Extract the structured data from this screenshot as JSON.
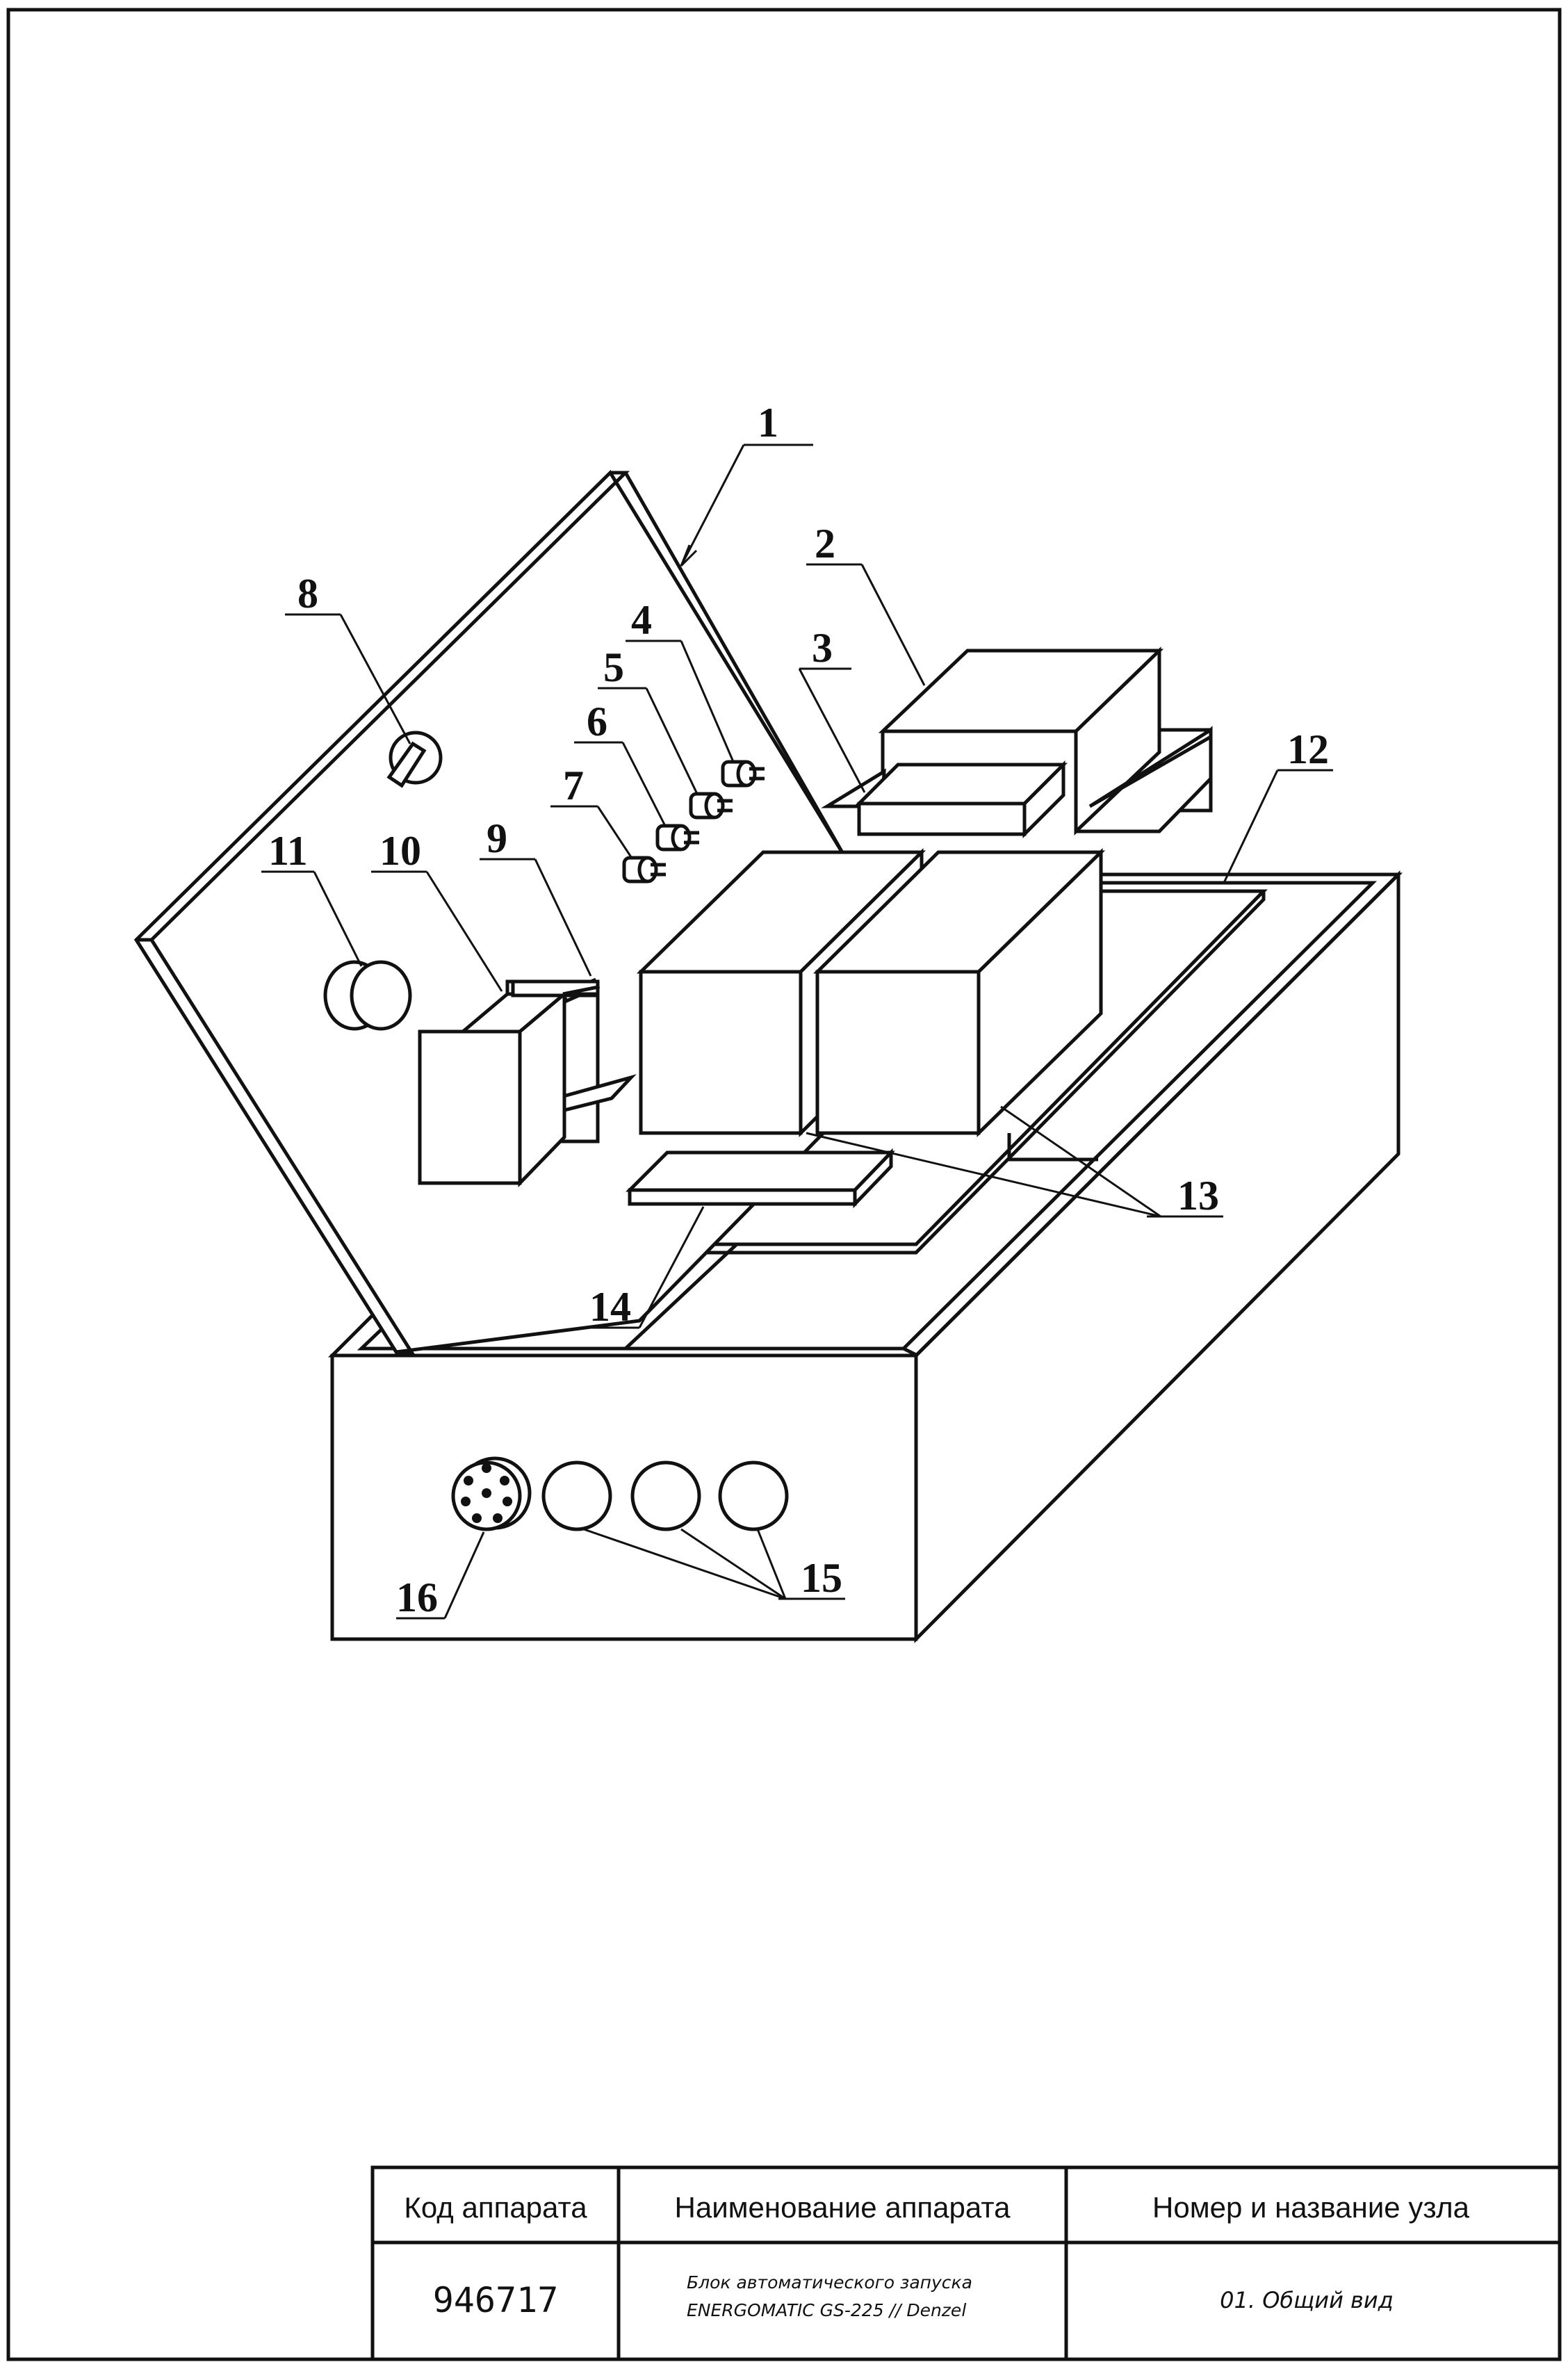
{
  "drawing": {
    "callouts": [
      "1",
      "2",
      "3",
      "4",
      "5",
      "6",
      "7",
      "8",
      "9",
      "10",
      "11",
      "12",
      "13",
      "14",
      "15",
      "16"
    ]
  },
  "title_block": {
    "header_code": "Код аппарата",
    "header_name": "Наименование аппарата",
    "header_node": "Номер и название узла",
    "code_value": "946717",
    "name_line1": "Блок автоматического запуска",
    "name_line2": "ENERGOMATIC GS-225 // Denzel",
    "node_value": "01. Общий вид"
  }
}
